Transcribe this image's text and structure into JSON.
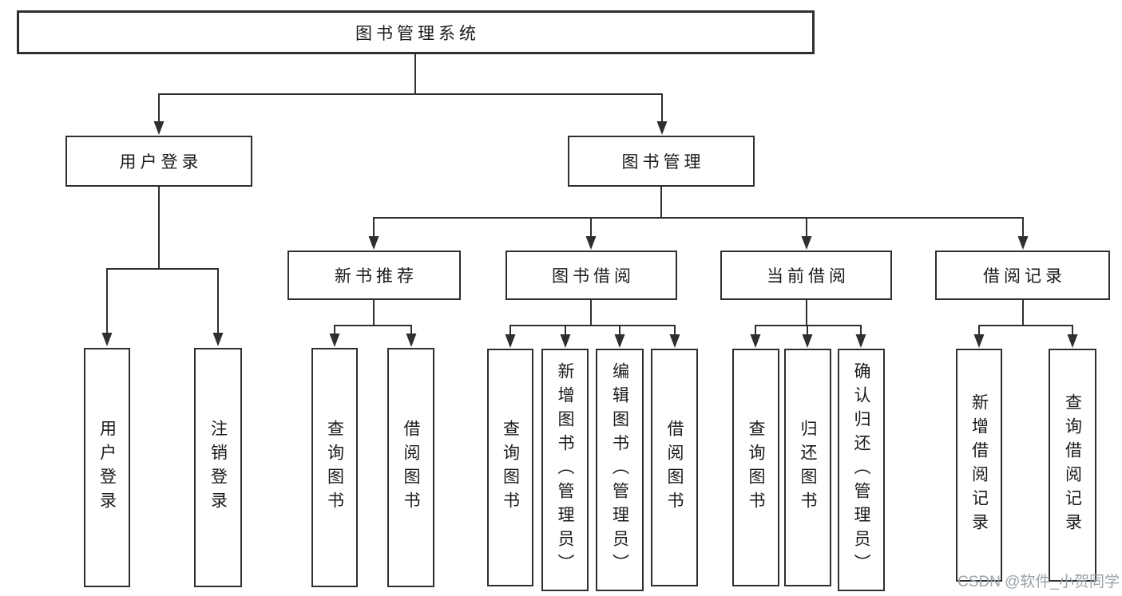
{
  "tree": {
    "label": "图书管理系统",
    "children": [
      {
        "label": "用户登录",
        "children": [
          {
            "label": "用户登录"
          },
          {
            "label": "注销登录"
          }
        ]
      },
      {
        "label": "图书管理",
        "children": [
          {
            "label": "新书推荐",
            "children": [
              {
                "label": "查询图书"
              },
              {
                "label": "借阅图书"
              }
            ]
          },
          {
            "label": "图书借阅",
            "children": [
              {
                "label": "查询图书"
              },
              {
                "label": "新增图书（管理员）"
              },
              {
                "label": "编辑图书（管理员）"
              },
              {
                "label": "借阅图书"
              }
            ]
          },
          {
            "label": "当前借阅",
            "children": [
              {
                "label": "查询图书"
              },
              {
                "label": "归还图书"
              },
              {
                "label": "确认归还（管理员）"
              }
            ]
          },
          {
            "label": "借阅记录",
            "children": [
              {
                "label": "新增借阅记录"
              },
              {
                "label": "查询借阅记录"
              }
            ]
          }
        ]
      }
    ]
  },
  "watermark": "CSDN @软件_小贺同学",
  "colors": {
    "line": "#2f2f2f",
    "box_border": "#2f2f2f",
    "box_fill": "#ffffff",
    "text": "#1a1a1a",
    "watermark": "#9aa2aa",
    "background": "#ffffff"
  }
}
